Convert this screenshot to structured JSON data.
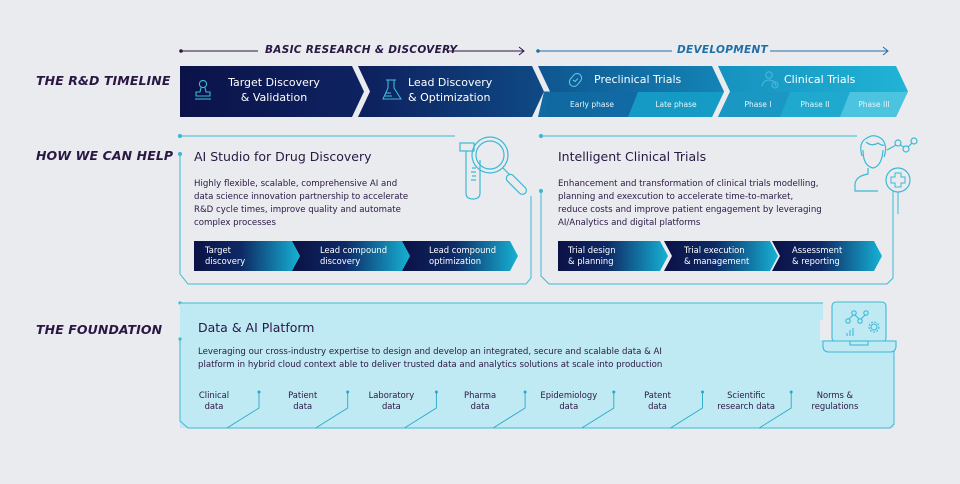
{
  "phases": {
    "basic_research": "BASIC RESEARCH & DISCOVERY",
    "development": "DEVELOPMENT"
  },
  "rows": {
    "timeline": "THE R&D TIMELINE",
    "help": "HOW WE CAN HELP",
    "foundation": "THE FOUNDATION"
  },
  "timeline": {
    "steps": [
      {
        "label_1": "Target Discovery",
        "label_2": "& Validation",
        "icon": "stamp-icon"
      },
      {
        "label_1": "Lead Discovery",
        "label_2": "& Optimization",
        "icon": "flask-icon"
      },
      {
        "label": "Preclinical Trials",
        "icon": "molecule-icon",
        "sub": [
          "Early phase",
          "Late phase"
        ]
      },
      {
        "label": "Clinical Trials",
        "icon": "doctor-icon",
        "sub": [
          "Phase I",
          "Phase II",
          "Phase III"
        ]
      }
    ]
  },
  "help": {
    "ai_studio": {
      "title": "AI Studio for Drug Discovery",
      "desc_lines": [
        "Highly flexible, scalable, comprehensive AI and",
        "data science innovation partnership to accelerate",
        "R&D cycle times, improve quality and automate",
        "complex processes"
      ],
      "steps": [
        {
          "l1": "Target",
          "l2": "discovery"
        },
        {
          "l1": "Lead compound",
          "l2": "discovery"
        },
        {
          "l1": "Lead compound",
          "l2": "optimization"
        }
      ]
    },
    "clinical": {
      "title": "Intelligent Clinical Trials",
      "desc_lines": [
        "Enhancement and transformation of clinical trials modelling,",
        "planning and exexcution to accelerate time-to-market,",
        "reduce costs and improve patient engagement by leveraging",
        "AI/Analytics and digital platforms"
      ],
      "steps": [
        {
          "l1": "Trial design",
          "l2": "& planning"
        },
        {
          "l1": "Trial execution",
          "l2": "& management"
        },
        {
          "l1": "Assessment",
          "l2": "& reporting"
        }
      ]
    }
  },
  "foundation": {
    "title": "Data & AI Platform",
    "desc_lines": [
      "Leveraging our cross-industry expertise to design and develop an integrated, secure and scalable data & AI",
      "platform in hybrid cloud context able to deliver trusted data and analytics solutions at scale into production"
    ],
    "items": [
      {
        "l1": "Clinical",
        "l2": "data"
      },
      {
        "l1": "Patient",
        "l2": "data"
      },
      {
        "l1": "Laboratory",
        "l2": "data"
      },
      {
        "l1": "Pharma",
        "l2": "data"
      },
      {
        "l1": "Epidemiology",
        "l2": "data"
      },
      {
        "l1": "Patent",
        "l2": "data"
      },
      {
        "l1": "Scientific",
        "l2": "research data"
      },
      {
        "l1": "Norms &",
        "l2": "regulations"
      }
    ]
  },
  "colors": {
    "navy": "#0c1550",
    "teal": "#12a6c8",
    "cyan_line": "#3cb9d6",
    "foundation_fill": "#bfeaf3",
    "label_purple": "#2a1744",
    "dev_blue": "#1e6fa8"
  }
}
